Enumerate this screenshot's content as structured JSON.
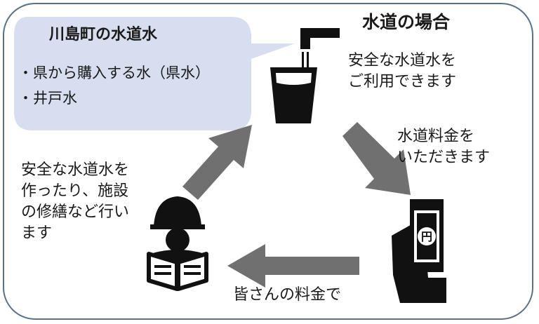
{
  "heading": "水道の場合",
  "bubble": {
    "title": "川島町の水道水",
    "items": [
      "・県から購入する水（県水）",
      "・井戸水"
    ]
  },
  "labels": {
    "safe_use": [
      "安全な水道水を",
      "ご利用できます"
    ],
    "charge": [
      "水道料金を",
      "いただきます"
    ],
    "make": [
      "安全な水道水を",
      "作ったり、施設",
      "の修繕など行い",
      "ます"
    ],
    "fees": "皆さんの料金で"
  },
  "icons": {
    "glass": "water-glass-faucet-icon",
    "bill": "hand-holding-banknote-icon",
    "worker": "worker-reading-document-icon",
    "banknote_symbol": "円"
  },
  "colors": {
    "frame": "#5b6f86",
    "bubble": "#d6def0",
    "arrow": "#707070",
    "icon": "#111111"
  }
}
